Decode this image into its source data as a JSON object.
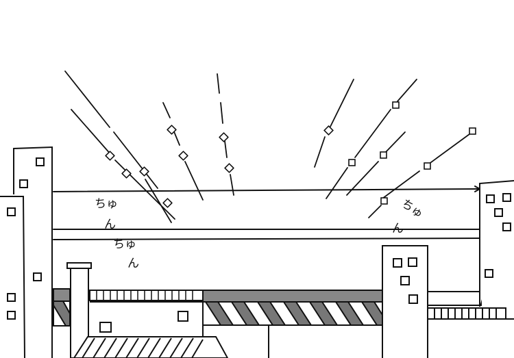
{
  "image": {
    "sound_effect_left": [
      "ちゅ",
      "ん",
      "ちゅ",
      "ん"
    ],
    "sound_effect_right": [
      "ちゅ",
      "ん"
    ]
  },
  "colors": {
    "ink": "#111111",
    "paper": "#ffffff",
    "stripe": "#888888"
  }
}
